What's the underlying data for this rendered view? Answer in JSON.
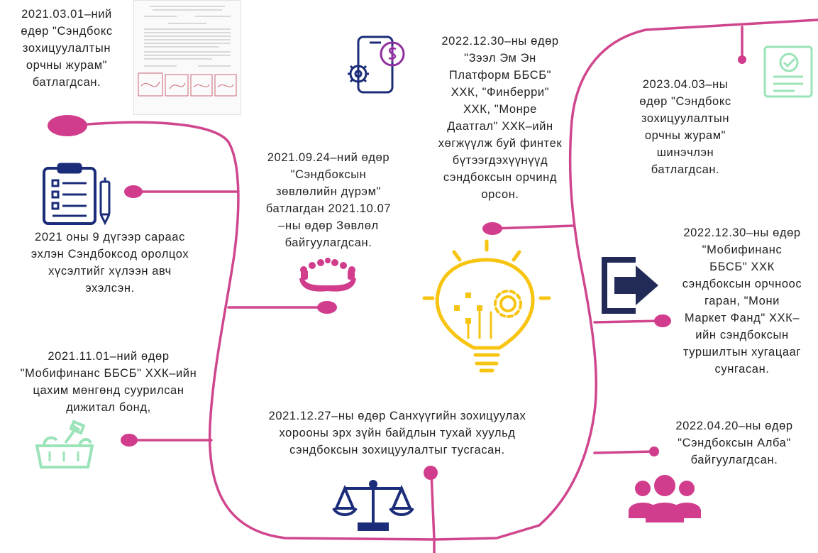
{
  "colors": {
    "line": "#d0468e",
    "dot": "#d13c8c",
    "navy": "#1b2d79",
    "purple": "#8f2f9e",
    "green": "#9be3b8",
    "bulb": "#f7c412",
    "exit": "#222b57",
    "people": "#d13c8c",
    "scale": "#1b2d79",
    "hands": "#d13c8c"
  },
  "events": {
    "e2021_03_01": "2021.03.01–ний\nөдөр \"Сэндбокс\nзохицуулалтын\nорчны журам\"\nбатлагдсан.",
    "e2021_09": "2021 оны 9 дүгээр сараас\nэхлэн Сэндбоксод оролцох\nхүсэлтийг хүлээн авч\nэхэлсэн.",
    "e2021_09_24": "2021.09.24–ний өдөр\n\"Сэндбоксын\nзөвлөлийн дүрэм\"\nбатлагдан 2021.10.07\n–ны өдөр Зөвлөл\nбайгуулагдсан.",
    "e2021_11_01": "2021.11.01–ний өдөр\n\"Мобифинанс ББСБ\" ХХК–ийн\nцахим мөнгөнд суурилсан\nдижитал бонд,",
    "e2021_12_27": "2021.12.27–ны өдөр Санхүүгийн зохицуулах\nхорооны эрх зүйн байдлын тухай хуульд\nсэндбоксын зохицуулалтыг тусгасан.",
    "e2022_12_30_a": "2022.12.30–ны өдөр\n\"Зээл Эм Эн\nПлатформ ББСБ\"\nХХК, \"Финберри\"\nХХК, \"Монре\nДаатгал\" ХХК–ийн\nхөгжүүлж буй финтек\nбүтээгдэхүүнүүд\nсэндбоксын орчинд\nорсон.",
    "e2023_04_03": "2023.04.03–ны\nөдөр \"Сэндбокс\nзохицуулалтын\nорчны журам\"\nшинэчлэн\nбатлагдсан.",
    "e2022_12_30_b": "2022.12.30–ны өдөр\n\"Мобифинанс\nББСБ\" ХХК\nсэндбоксын орчноос\nгаран, \"Мони\nМаркет Фанд\" ХХК–\nийн сэндбоксын\nтуршилтын хугацааг\nсунгасан.",
    "e2022_04_20": "2022.04.20–ны өдөр\n\"Сэндбоксын Алба\"\nбайгуулагдсан."
  },
  "icons": [
    "document-thumbnail",
    "clipboard-list-icon",
    "pen-icon",
    "hands-icon",
    "phone-dollar-gear-icon",
    "lightbulb-gear-icon",
    "basket-icon",
    "scales-icon",
    "certificate-icon",
    "exit-arrow-icon",
    "people-group-icon"
  ]
}
